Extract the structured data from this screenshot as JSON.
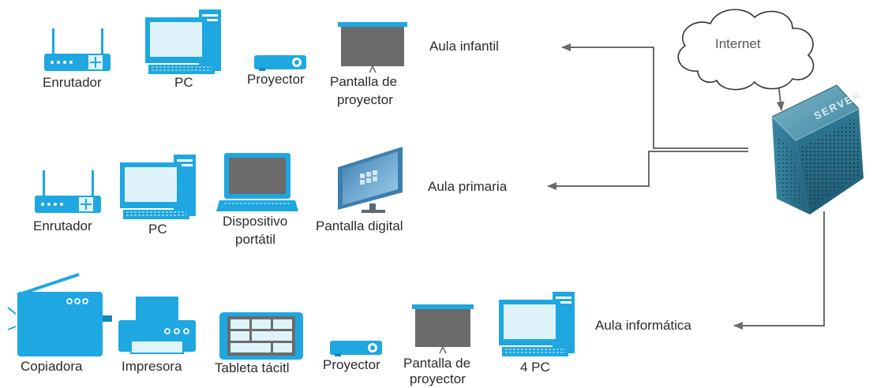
{
  "colors": {
    "device": "#1ea7e1",
    "device_dark": "#1587bb",
    "screen": "#dff3fb",
    "projection": "#6b6b6b",
    "server": "#2c6f8a",
    "line": "#6b6b6b",
    "text": "#2b2b2b"
  },
  "cloud": {
    "label": "Internet"
  },
  "server": {
    "label": "SERVER",
    "icon": "server-icon"
  },
  "rooms": {
    "infantil": {
      "label": "Aula infantil",
      "devices": [
        {
          "icon": "router-icon",
          "label": "Enrutador"
        },
        {
          "icon": "desktop-pc-icon",
          "label": "PC"
        },
        {
          "icon": "projector-icon",
          "label": "Proyector"
        },
        {
          "icon": "projector-screen-icon",
          "label_line1": "Pantalla de",
          "label_line2": "proyector"
        }
      ]
    },
    "primaria": {
      "label": "Aula  primaria",
      "devices": [
        {
          "icon": "router-icon",
          "label": "Enrutador"
        },
        {
          "icon": "desktop-pc-icon",
          "label": "PC"
        },
        {
          "icon": "laptop-icon",
          "label_line1": "Dispositivo",
          "label_line2": "portátil"
        },
        {
          "icon": "digital-display-icon",
          "label": "Pantalla digital"
        }
      ]
    },
    "informatica": {
      "label": "Aula informática",
      "devices": [
        {
          "icon": "copier-icon",
          "label": "Copiadora"
        },
        {
          "icon": "printer-icon",
          "label": "Impresora"
        },
        {
          "icon": "tablet-icon",
          "label": "Tableta tácitl"
        },
        {
          "icon": "projector-icon",
          "label": "Proyector"
        },
        {
          "icon": "projector-screen-icon",
          "label_line1": "Pantalla de",
          "label_line2": "proyector"
        },
        {
          "icon": "desktop-pc-icon",
          "label": "4 PC"
        }
      ]
    }
  }
}
